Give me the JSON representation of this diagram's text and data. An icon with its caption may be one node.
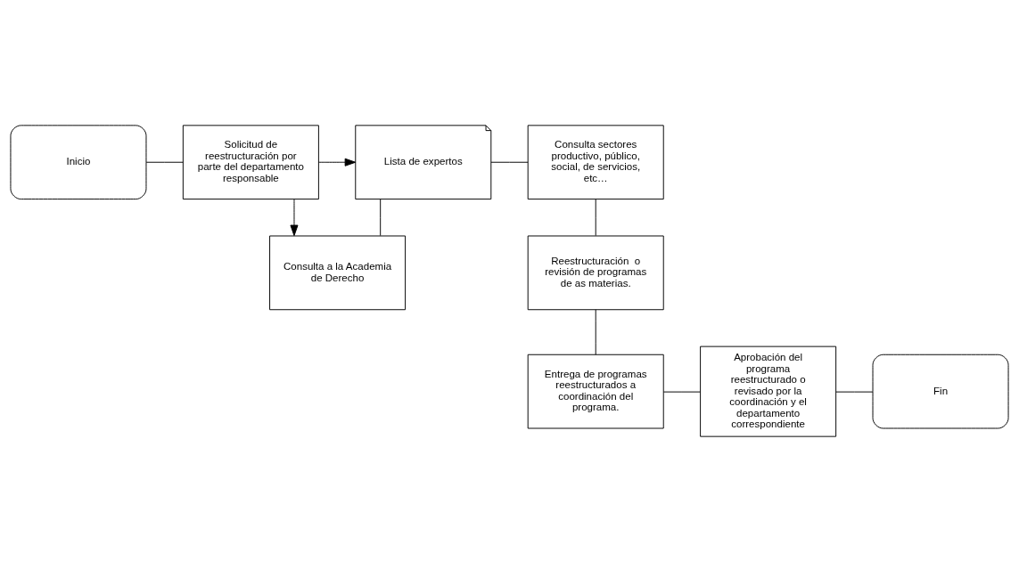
{
  "diagram": {
    "nodes": [
      {
        "text": [
          "Inicio"
        ]
      },
      {
        "text": [
          "Solicitud de reestructuración por parte del departamento responsable"
        ]
      },
      {
        "text": [
          "Lista de expertos"
        ]
      },
      {
        "text": [
          "Consulta a la Academia de Derecho"
        ]
      },
      {
        "text": [
          "Consulta sectores productivo, público, social, de servicios, etc…"
        ]
      },
      {
        "text": [
          "Reestructuración  o revisión de programas de as materias."
        ]
      },
      {
        "text": [
          "Fin"
        ]
      },
      {
        "text": [
          "Aprobación del programa reestructurado o revisado por la coordinación y el departamento correspondiente"
        ]
      },
      {
        "text": [
          "Entrega de programas reestructurados a coordinación del programa."
        ]
      }
    ],
    "edges": [
      {
        "from": 0,
        "to": 1,
        "arrow": "none"
      },
      {
        "from": 1,
        "to": 2,
        "arrow": "to"
      },
      {
        "from": 1,
        "to": 3,
        "arrow": "to"
      },
      {
        "from": 2,
        "to": 3,
        "arrow": "none"
      },
      {
        "from": 2,
        "to": 4,
        "arrow": "none"
      },
      {
        "from": 4,
        "to": 5,
        "arrow": "none"
      },
      {
        "from": 5,
        "to": 8,
        "arrow": "none"
      },
      {
        "from": 8,
        "to": 7,
        "arrow": "none"
      },
      {
        "from": 7,
        "to": 6,
        "arrow": "none"
      }
    ]
  }
}
